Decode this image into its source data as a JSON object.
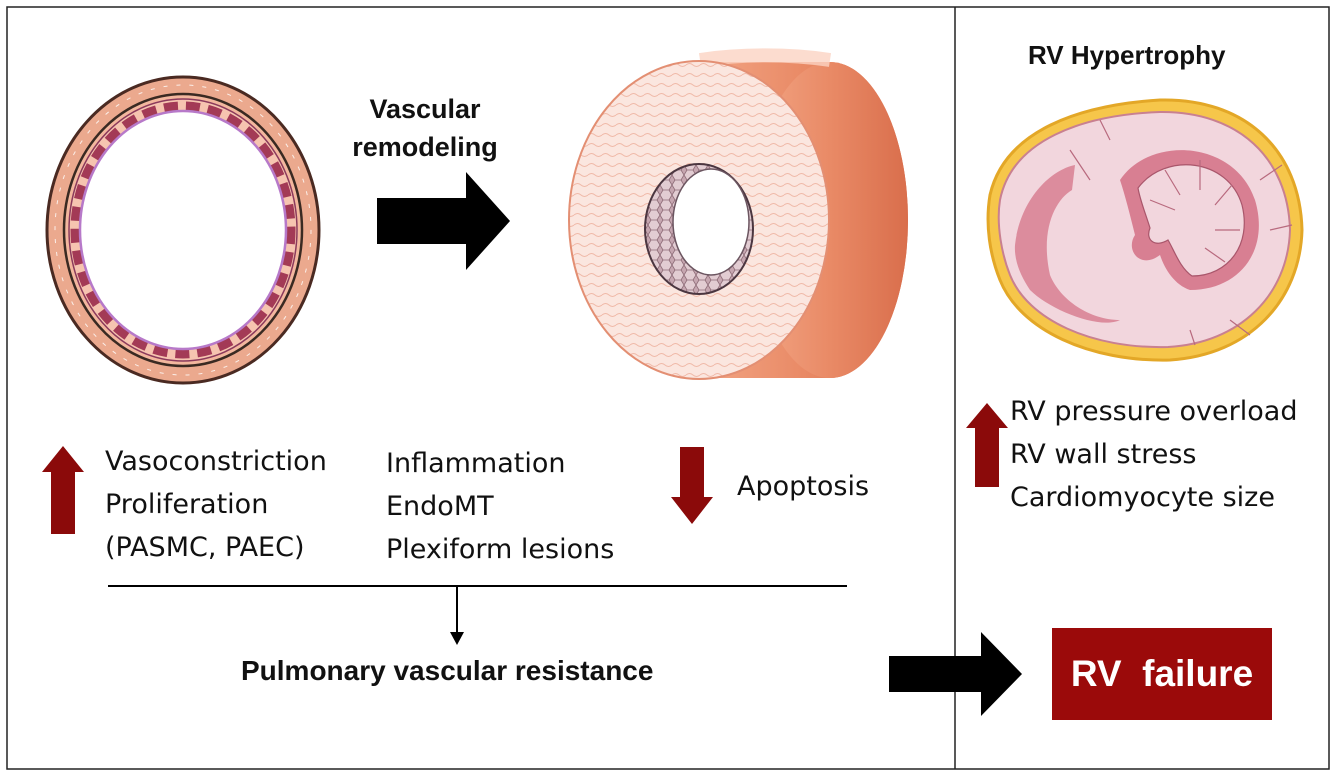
{
  "labels": {
    "remodeling_line1": "Vascular",
    "remodeling_line2": "remodeling",
    "rv_hypertrophy": "RV Hypertrophy",
    "pvr": "Pulmonary vascular resistance",
    "rv_failure": "RV  failure"
  },
  "up_factors": [
    "Vasoconstriction",
    "Proliferation",
    "(PASMC, PAEC)"
  ],
  "mid_factors": [
    "Inflammation",
    "EndoMT",
    "Plexiform lesions"
  ],
  "down_factors": [
    "Apoptosis"
  ],
  "rv_factors": [
    "RV pressure overload",
    "RV wall stress",
    "Cardiomyocyte size"
  ],
  "colors": {
    "arrow_red": "#8b0a0a",
    "box_red": "#9b0a0a",
    "vessel_pink": "#eba98e",
    "heart_yellow": "#f3c23c",
    "heart_pink": "#f2d6dd"
  }
}
